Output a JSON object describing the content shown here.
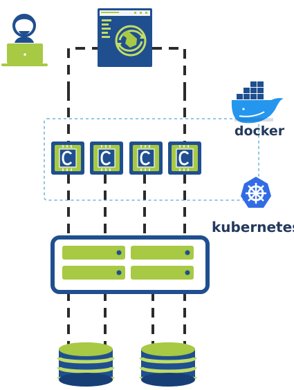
{
  "colors": {
    "navy": "#1f4f8f",
    "navy_dark": "#173f76",
    "lime": "#a7c944",
    "lime_light": "#c1dc67",
    "docker_blue": "#2496ed",
    "kubernetes_blue": "#326ce5",
    "text_dark": "#23395d",
    "connector": "#2b2b2b",
    "cluster_border": "#4da6d8"
  },
  "icons": {
    "developer": "person-with-laptop-icon",
    "app_window": "application-window-icon",
    "docker": "docker-whale-icon",
    "kubernetes": "kubernetes-helm-icon",
    "container": "container-chip-icon",
    "server": "server-rack-icon",
    "database": "database-icon"
  },
  "brands": {
    "docker_label": "docker",
    "kubernetes_label": "kubernetes"
  },
  "container_count": 4,
  "server_row_count": 2,
  "database_count": 2
}
